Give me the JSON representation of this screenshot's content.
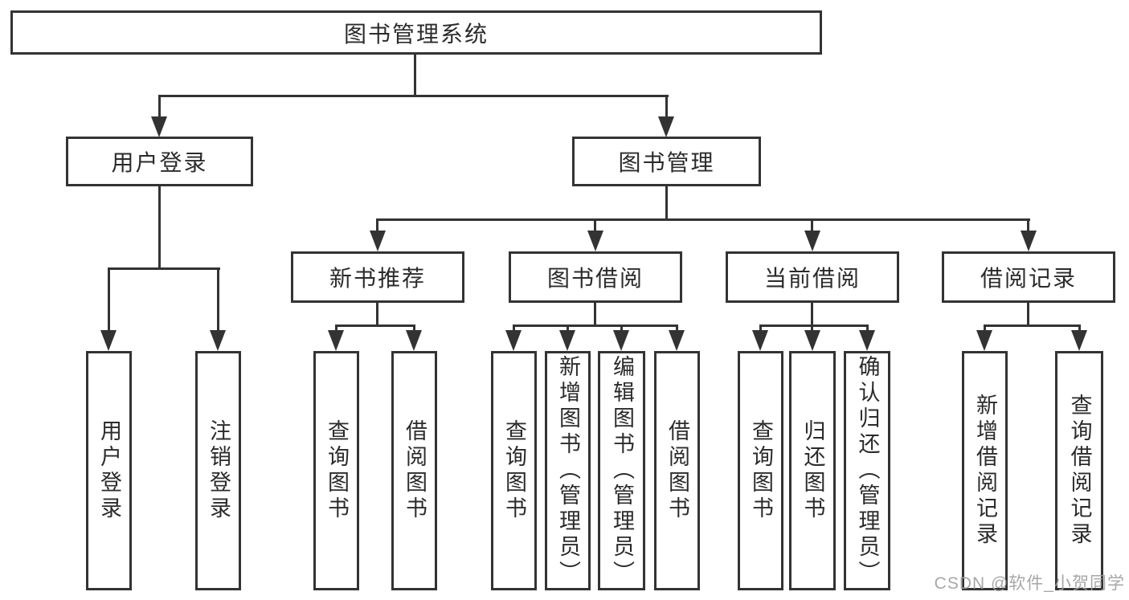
{
  "diagram": {
    "root": {
      "label": "图书管理系统"
    },
    "level2": [
      {
        "label": "用户登录"
      },
      {
        "label": "图书管理"
      }
    ],
    "level3": [
      {
        "label": "新书推荐"
      },
      {
        "label": "图书借阅"
      },
      {
        "label": "当前借阅"
      },
      {
        "label": "借阅记录"
      }
    ],
    "leaves": {
      "user_login": [
        "用户登录",
        "注销登录"
      ],
      "new_books": [
        "查询图书",
        "借阅图书"
      ],
      "borrow": [
        "查询图书",
        "新增图书（管理员）",
        "编辑图书（管理员）",
        "借阅图书"
      ],
      "current": [
        "查询图书",
        "归还图书",
        "确认归还（管理员）"
      ],
      "records": [
        "新增借阅记录",
        "查询借阅记录"
      ]
    }
  },
  "watermark": {
    "text": "CSDN @软件_小贺同学"
  },
  "colors": {
    "line": "#333333",
    "box_border": "#333333",
    "text": "#2b2b2b",
    "background": "#ffffff",
    "watermark": "#9e9e9e"
  }
}
